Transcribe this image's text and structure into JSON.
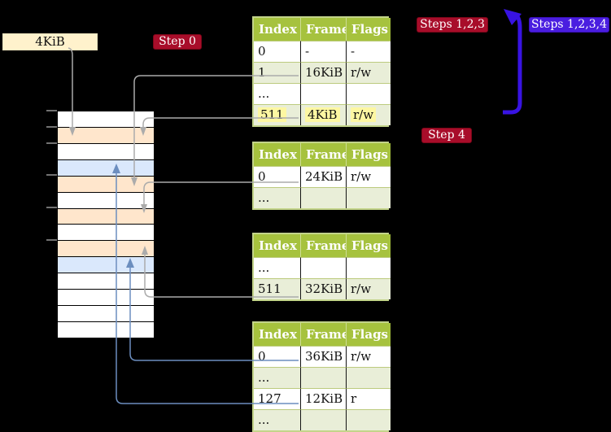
{
  "labels": {
    "frame_size": "4KiB",
    "step0": "Step 0",
    "step4": "Step 4",
    "steps123": "Steps 1,2,3",
    "steps1234": "Steps 1,2,3,4"
  },
  "colors": {
    "background": "#000000",
    "table_header_green": "#a6c23e",
    "table_row_shaded": "#e9eed8",
    "table_border": "#c3d48a",
    "highlight_yellow": "#fdf7a2",
    "memory_frame_wheat": "#ffe6cc",
    "memory_frame_blue": "#dae8fc",
    "label_wheat": "#fff2cc",
    "badge_red": "#a80d2a",
    "badge_blue": "#4a1ee0",
    "arrow_gray": "#ababab",
    "arrow_steel_blue": "#6c8ebf",
    "arrow_thick_blue": "#3813e3"
  },
  "memory": {
    "rows": [
      {
        "color": "white"
      },
      {
        "color": "wheat"
      },
      {
        "color": "white"
      },
      {
        "color": "blue"
      },
      {
        "color": "wheat"
      },
      {
        "color": "white"
      },
      {
        "color": "wheat"
      },
      {
        "color": "white"
      },
      {
        "color": "wheat"
      },
      {
        "color": "blue"
      },
      {
        "color": "white"
      },
      {
        "color": "white"
      },
      {
        "color": "white"
      },
      {
        "color": "white"
      }
    ]
  },
  "tables": [
    {
      "headers": [
        "Index",
        "Frame",
        "Flags"
      ],
      "rows": [
        {
          "cells": [
            "0",
            "-",
            "-"
          ],
          "shaded": false,
          "highlight": false
        },
        {
          "cells": [
            "1",
            "16KiB",
            "r/w"
          ],
          "shaded": true,
          "highlight": false
        },
        {
          "cells": [
            "...",
            "",
            ""
          ],
          "shaded": false,
          "highlight": false
        },
        {
          "cells": [
            "511",
            "4KiB",
            "r/w"
          ],
          "shaded": true,
          "highlight": true
        }
      ]
    },
    {
      "headers": [
        "Index",
        "Frame",
        "Flags"
      ],
      "rows": [
        {
          "cells": [
            "0",
            "24KiB",
            "r/w"
          ],
          "shaded": false,
          "highlight": false
        },
        {
          "cells": [
            "...",
            "",
            ""
          ],
          "shaded": true,
          "highlight": false
        }
      ]
    },
    {
      "headers": [
        "Index",
        "Frame",
        "Flags"
      ],
      "rows": [
        {
          "cells": [
            "...",
            "",
            ""
          ],
          "shaded": false,
          "highlight": false
        },
        {
          "cells": [
            "511",
            "32KiB",
            "r/w"
          ],
          "shaded": true,
          "highlight": false
        }
      ]
    },
    {
      "headers": [
        "Index",
        "Frame",
        "Flags"
      ],
      "rows": [
        {
          "cells": [
            "0",
            "36KiB",
            "r/w"
          ],
          "shaded": false,
          "highlight": false
        },
        {
          "cells": [
            "...",
            "",
            ""
          ],
          "shaded": true,
          "highlight": false
        },
        {
          "cells": [
            "127",
            "12KiB",
            "r"
          ],
          "shaded": false,
          "highlight": false
        },
        {
          "cells": [
            "...",
            "",
            ""
          ],
          "shaded": true,
          "highlight": false
        }
      ]
    }
  ]
}
